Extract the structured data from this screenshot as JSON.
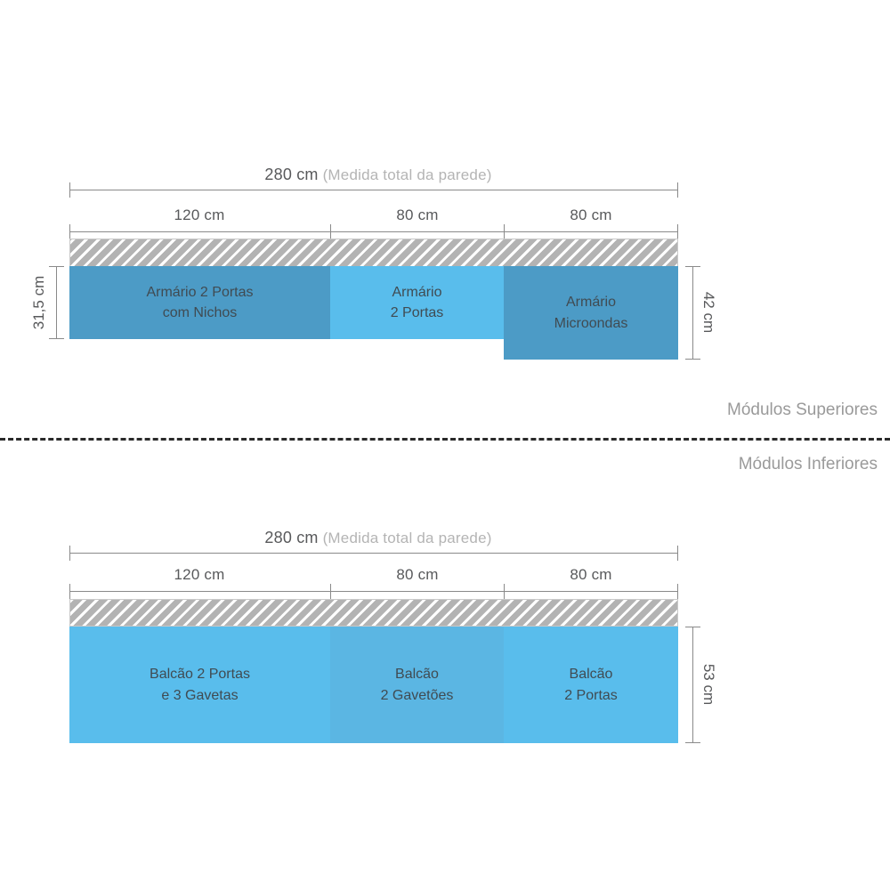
{
  "diagram": {
    "title_total_value": "280 cm",
    "title_total_note": "(Medida total da parede)",
    "colors": {
      "block_dark": "#4c9bc6",
      "block_light": "#59bdec",
      "block_mid": "#5bb6e3",
      "line": "#8a8a8a",
      "text": "#58595b",
      "block_text": "#404b52",
      "muted": "#b4b4b4",
      "wall_hatch": "#b3b3b3",
      "divider": "#2a2a2a"
    }
  },
  "sections": {
    "upper_label": "Módulos Superiores",
    "lower_label": "Módulos Inferiores"
  },
  "upper": {
    "total": {
      "value": "280 cm",
      "note": "(Medida total da parede)"
    },
    "segments": [
      {
        "label": "120 cm"
      },
      {
        "label": "80 cm"
      },
      {
        "label": "80 cm"
      }
    ],
    "height_left": "31,5 cm",
    "height_right": "42 cm",
    "blocks": [
      {
        "line1": "Armário 2 Portas",
        "line2": "com Nichos",
        "color": "#4c9bc6"
      },
      {
        "line1": "Armário",
        "line2": "2 Portas",
        "color": "#59bdec"
      },
      {
        "line1": "Armário",
        "line2": "Microondas",
        "color": "#4c9bc6"
      }
    ]
  },
  "lower": {
    "total": {
      "value": "280 cm",
      "note": "(Medida total da parede)"
    },
    "segments": [
      {
        "label": "120 cm"
      },
      {
        "label": "80 cm"
      },
      {
        "label": "80 cm"
      }
    ],
    "height_right": "53 cm",
    "blocks": [
      {
        "line1": "Balcão 2 Portas",
        "line2": "e 3 Gavetas",
        "color": "#59bdec"
      },
      {
        "line1": "Balcão",
        "line2": "2 Gavetões",
        "color": "#5bb6e3"
      },
      {
        "line1": "Balcão",
        "line2": "2 Portas",
        "color": "#59bdec"
      }
    ]
  }
}
